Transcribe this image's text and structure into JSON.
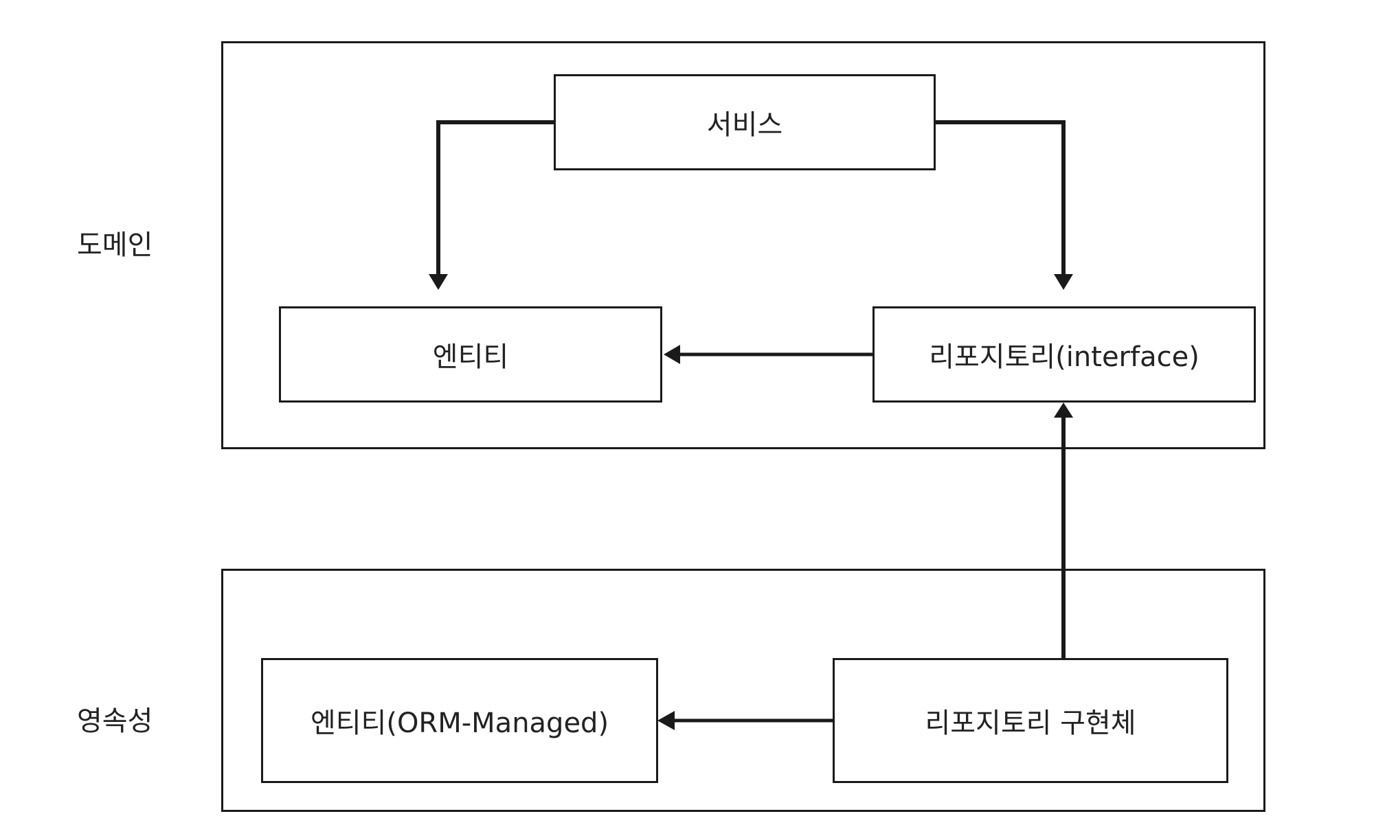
{
  "layers": {
    "domain": {
      "label": "도메인"
    },
    "persistence": {
      "label": "영속성"
    }
  },
  "nodes": {
    "service": {
      "label": "서비스"
    },
    "domain_entity": {
      "label": "엔티티"
    },
    "repository_interface": {
      "label": "리포지토리(interface)"
    },
    "orm_entity": {
      "label": "엔티티(ORM-Managed)"
    },
    "repository_impl": {
      "label": "리포지토리 구현체"
    }
  },
  "edges": [
    {
      "from": "service",
      "to": "domain_entity"
    },
    {
      "from": "service",
      "to": "repository_interface"
    },
    {
      "from": "repository_interface",
      "to": "domain_entity"
    },
    {
      "from": "repository_impl",
      "to": "repository_interface"
    },
    {
      "from": "repository_impl",
      "to": "orm_entity"
    }
  ],
  "colors": {
    "line": "#1a1a1a",
    "text": "#222222",
    "background": "#ffffff"
  }
}
